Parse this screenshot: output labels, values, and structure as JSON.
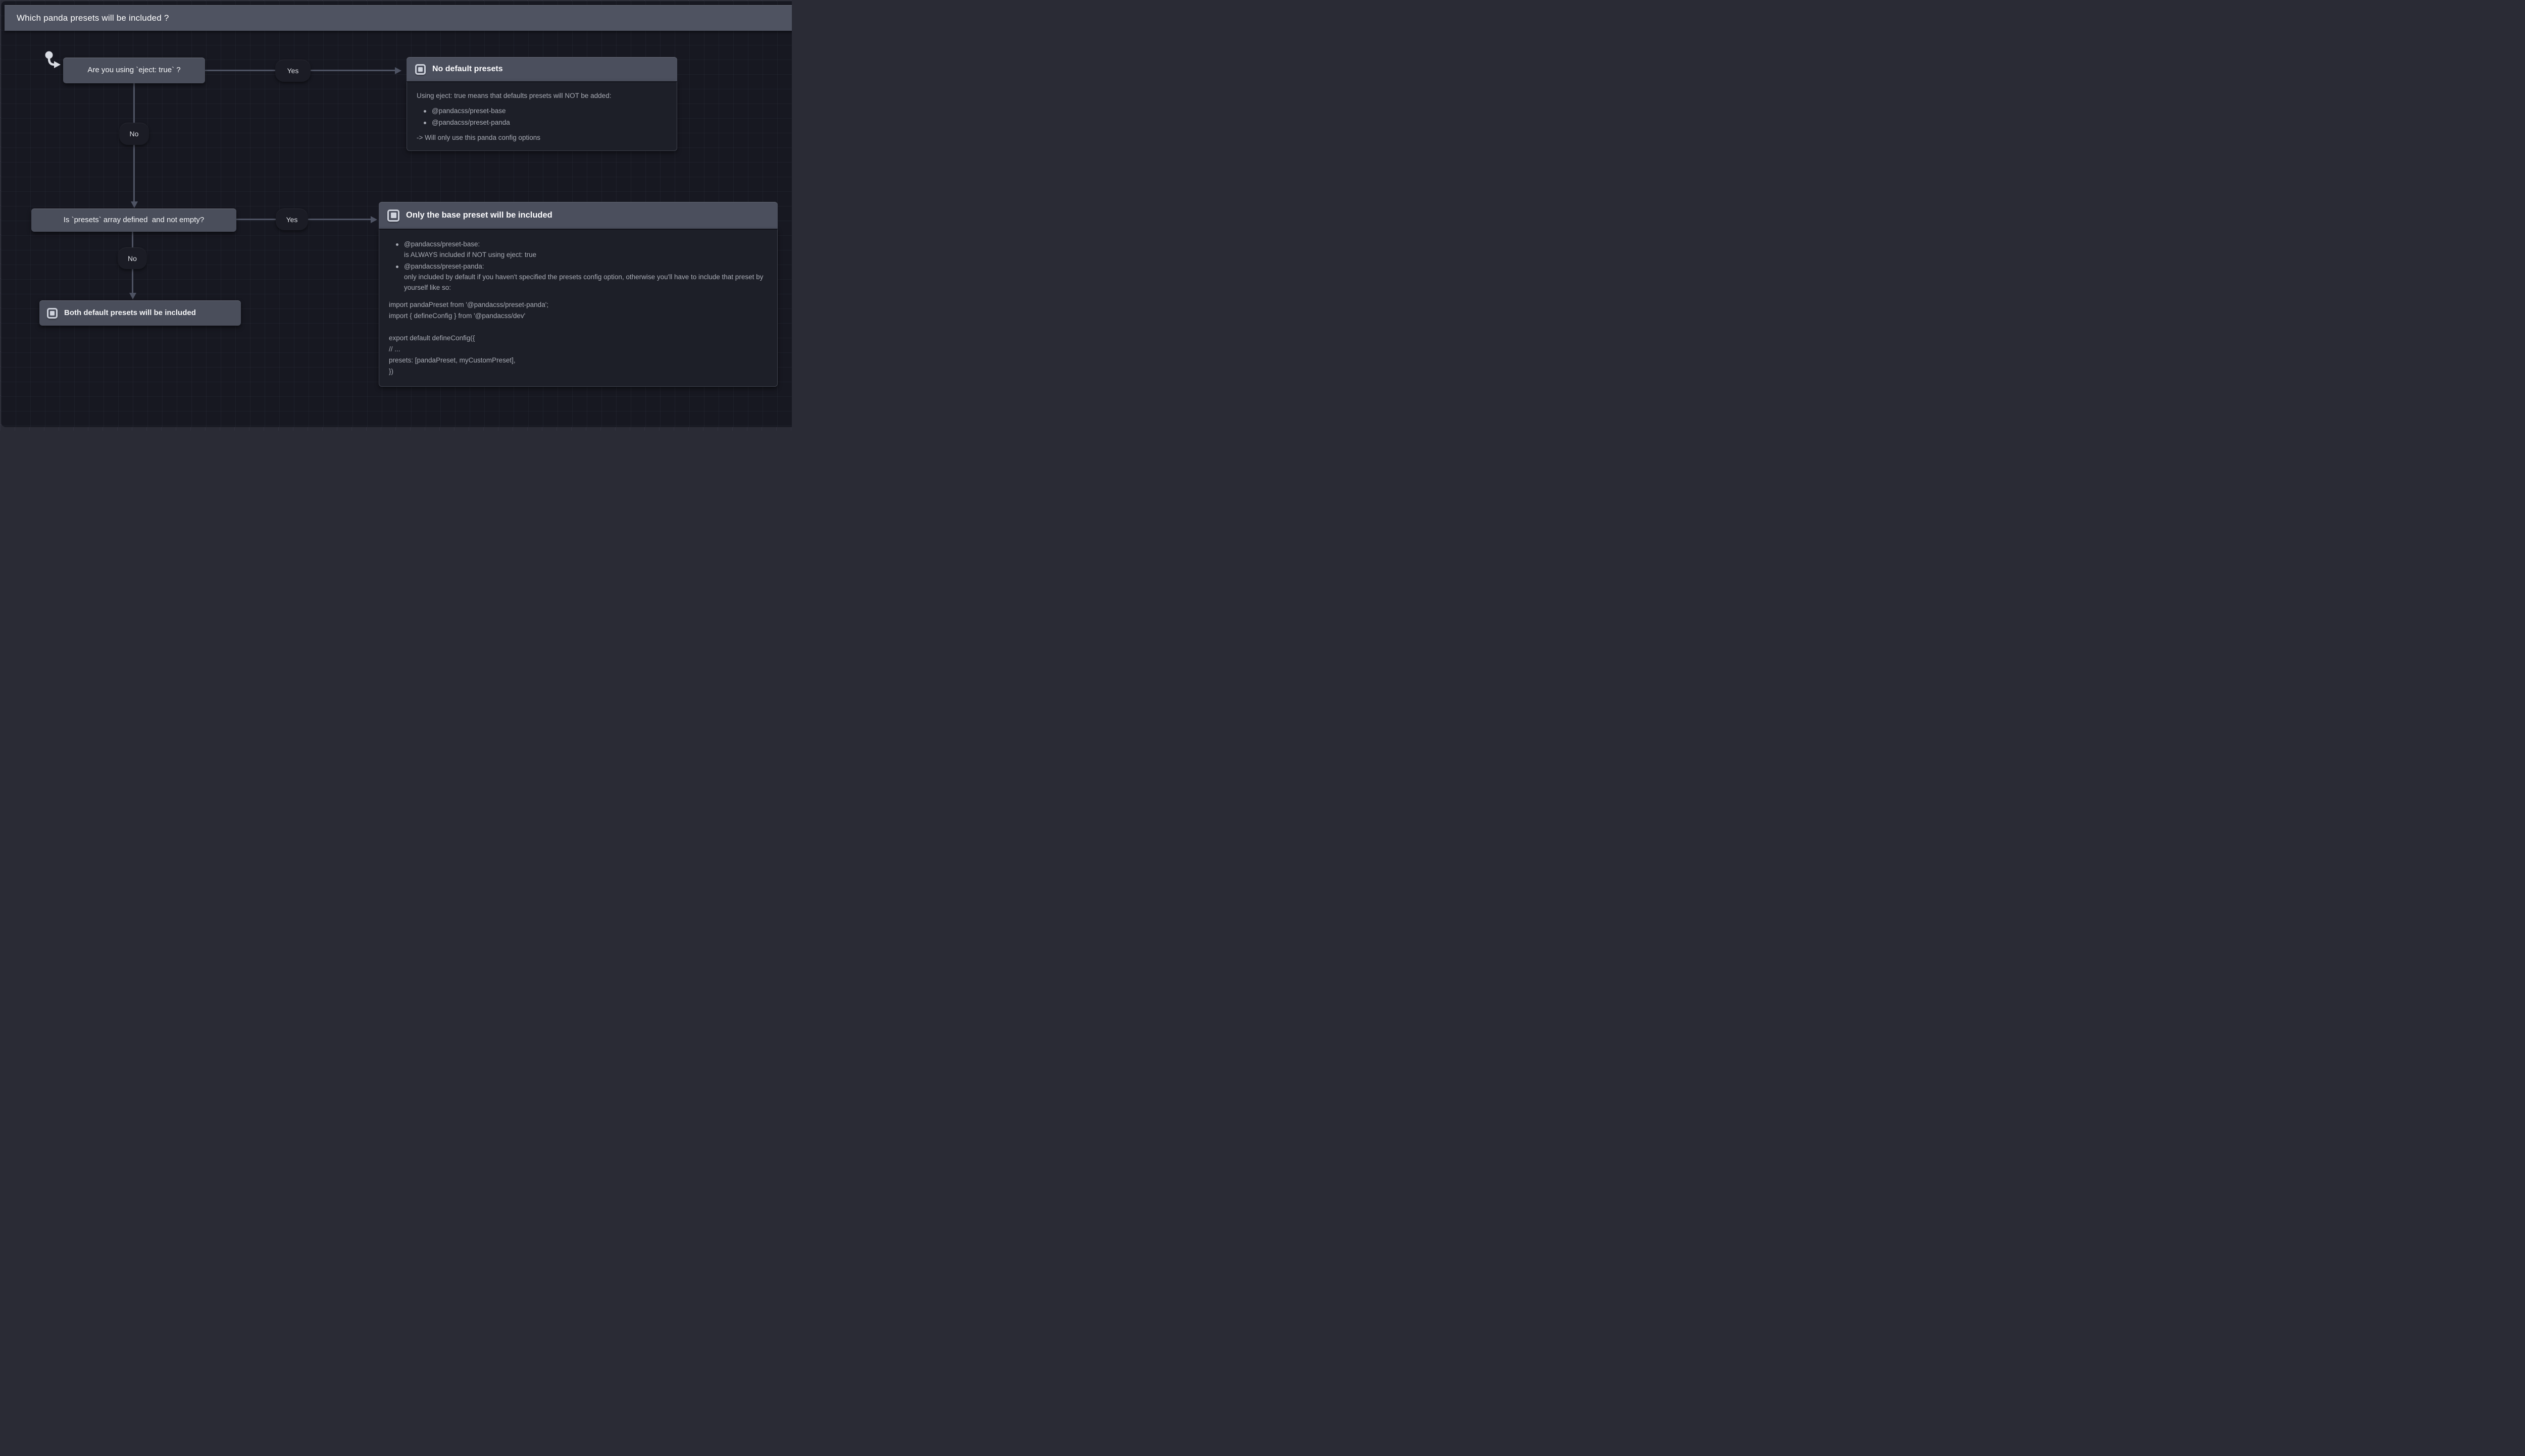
{
  "frame": {
    "title": "Which panda presets will be included ?"
  },
  "nodes": {
    "q_eject": {
      "label": "Are you using `eject: true` ?"
    },
    "q_presets": {
      "label": "Is `presets` array defined  and not empty?"
    },
    "no_default": {
      "title": "No default presets",
      "intro": "Using eject: true means that defaults presets will NOT be added:",
      "bullets": [
        "@pandacss/preset-base",
        "@pandacss/preset-panda"
      ],
      "outro": "-> Will only use this panda config options"
    },
    "only_base": {
      "title": "Only the base preset will be included",
      "bullets": [
        {
          "head": "@pandacss/preset-base:",
          "body": "is ALWAYS included if NOT using eject: true"
        },
        {
          "head": "@pandacss/preset-panda:",
          "body": "only included by default if you haven't specified the presets config option, otherwise you'll have to include that preset by yourself like so:"
        }
      ],
      "code": [
        "import pandaPreset from '@pandacss/preset-panda';",
        "import { defineConfig } from '@pandacss/dev'",
        "",
        "export default defineConfig({",
        "// ...",
        "presets: [pandaPreset, myCustomPreset],",
        "})"
      ]
    },
    "both_default": {
      "label": "Both default presets will be included"
    }
  },
  "edges": {
    "yes1": "Yes",
    "no1": "No",
    "yes2": "Yes",
    "no2": "No"
  },
  "colors": {
    "canvas": "#171821",
    "outer_background": "#2a2b35",
    "node_fill": "#4a4e5b",
    "card_header": "#4b4f5d",
    "card_body": "#1d1f28",
    "edge": "#4e5363",
    "pill": "#1b1c25",
    "text_primary": "#ffffff",
    "text_secondary": "#a8abb4"
  }
}
